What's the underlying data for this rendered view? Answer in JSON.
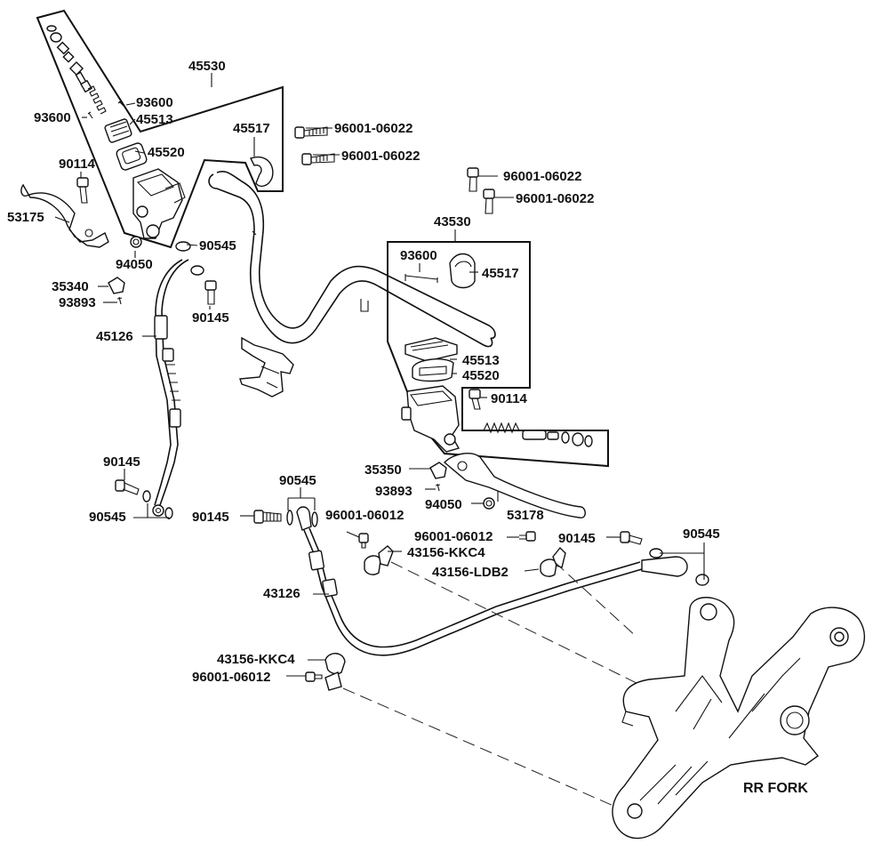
{
  "labels": {
    "l45530": "45530",
    "l93600a": "93600",
    "l93600b": "93600",
    "l45513a": "45513",
    "l45520a": "45520",
    "l45517a": "45517",
    "l96001a": "96001-06022",
    "l96001b": "96001-06022",
    "l96001c": "96001-06022",
    "l96001d": "96001-06022",
    "l90114a": "90114",
    "l53175": "53175",
    "l90545a": "90545",
    "l94050a": "94050",
    "l35340": "35340",
    "l93893a": "93893",
    "l90145a": "90145",
    "l45126": "45126",
    "l43530": "43530",
    "l93600c": "93600",
    "l45517b": "45517",
    "l45513b": "45513",
    "l45520b": "45520",
    "l90114b": "90114",
    "l35350": "35350",
    "l93893b": "93893",
    "l94050b": "94050",
    "l53178": "53178",
    "l90145b": "90145",
    "l90545b": "90545",
    "l90145c": "90145",
    "l90545c": "90545",
    "l96001e": "96001-06012",
    "l96001f": "96001-06012",
    "l43156a": "43156-KKC4",
    "l43156b": "43156-LDB2",
    "l90145d": "90145",
    "l90545d": "90545",
    "l43126": "43126",
    "l43156c": "43156-KKC4",
    "l96001g": "96001-06012",
    "rrfork": "RR FORK"
  }
}
